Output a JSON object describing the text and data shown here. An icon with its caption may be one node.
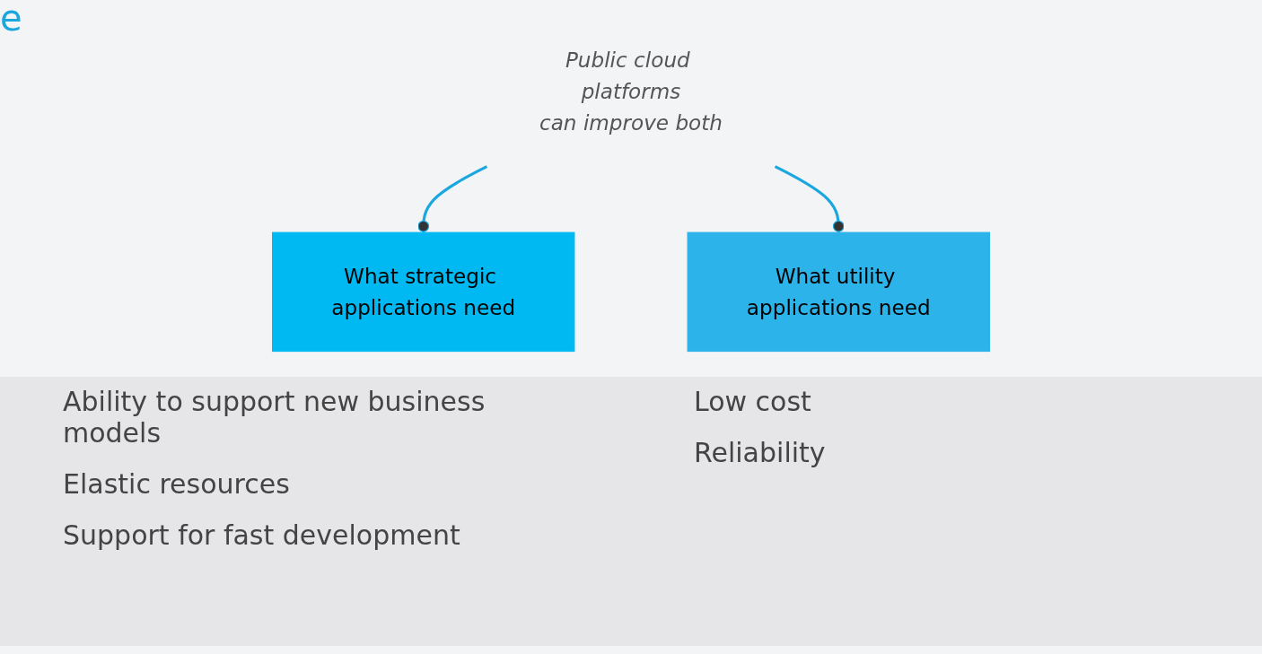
{
  "diagram": {
    "nodes": [
      {
        "text": [
          "Public cloud platforms",
          "can improve both"
        ]
      },
      {
        "text": [
          "What strategic applications need"
        ]
      },
      {
        "text": [
          "What utility applications need"
        ]
      }
    ],
    "edges": [
      {
        "from": 0,
        "to": 1,
        "arrow": "other"
      },
      {
        "from": 0,
        "to": 2,
        "arrow": "other"
      }
    ],
    "labels": [
      "e",
      "Ability to support new business models",
      "Elastic resources",
      "Support for fast development",
      "Low cost",
      "Reliability"
    ]
  }
}
